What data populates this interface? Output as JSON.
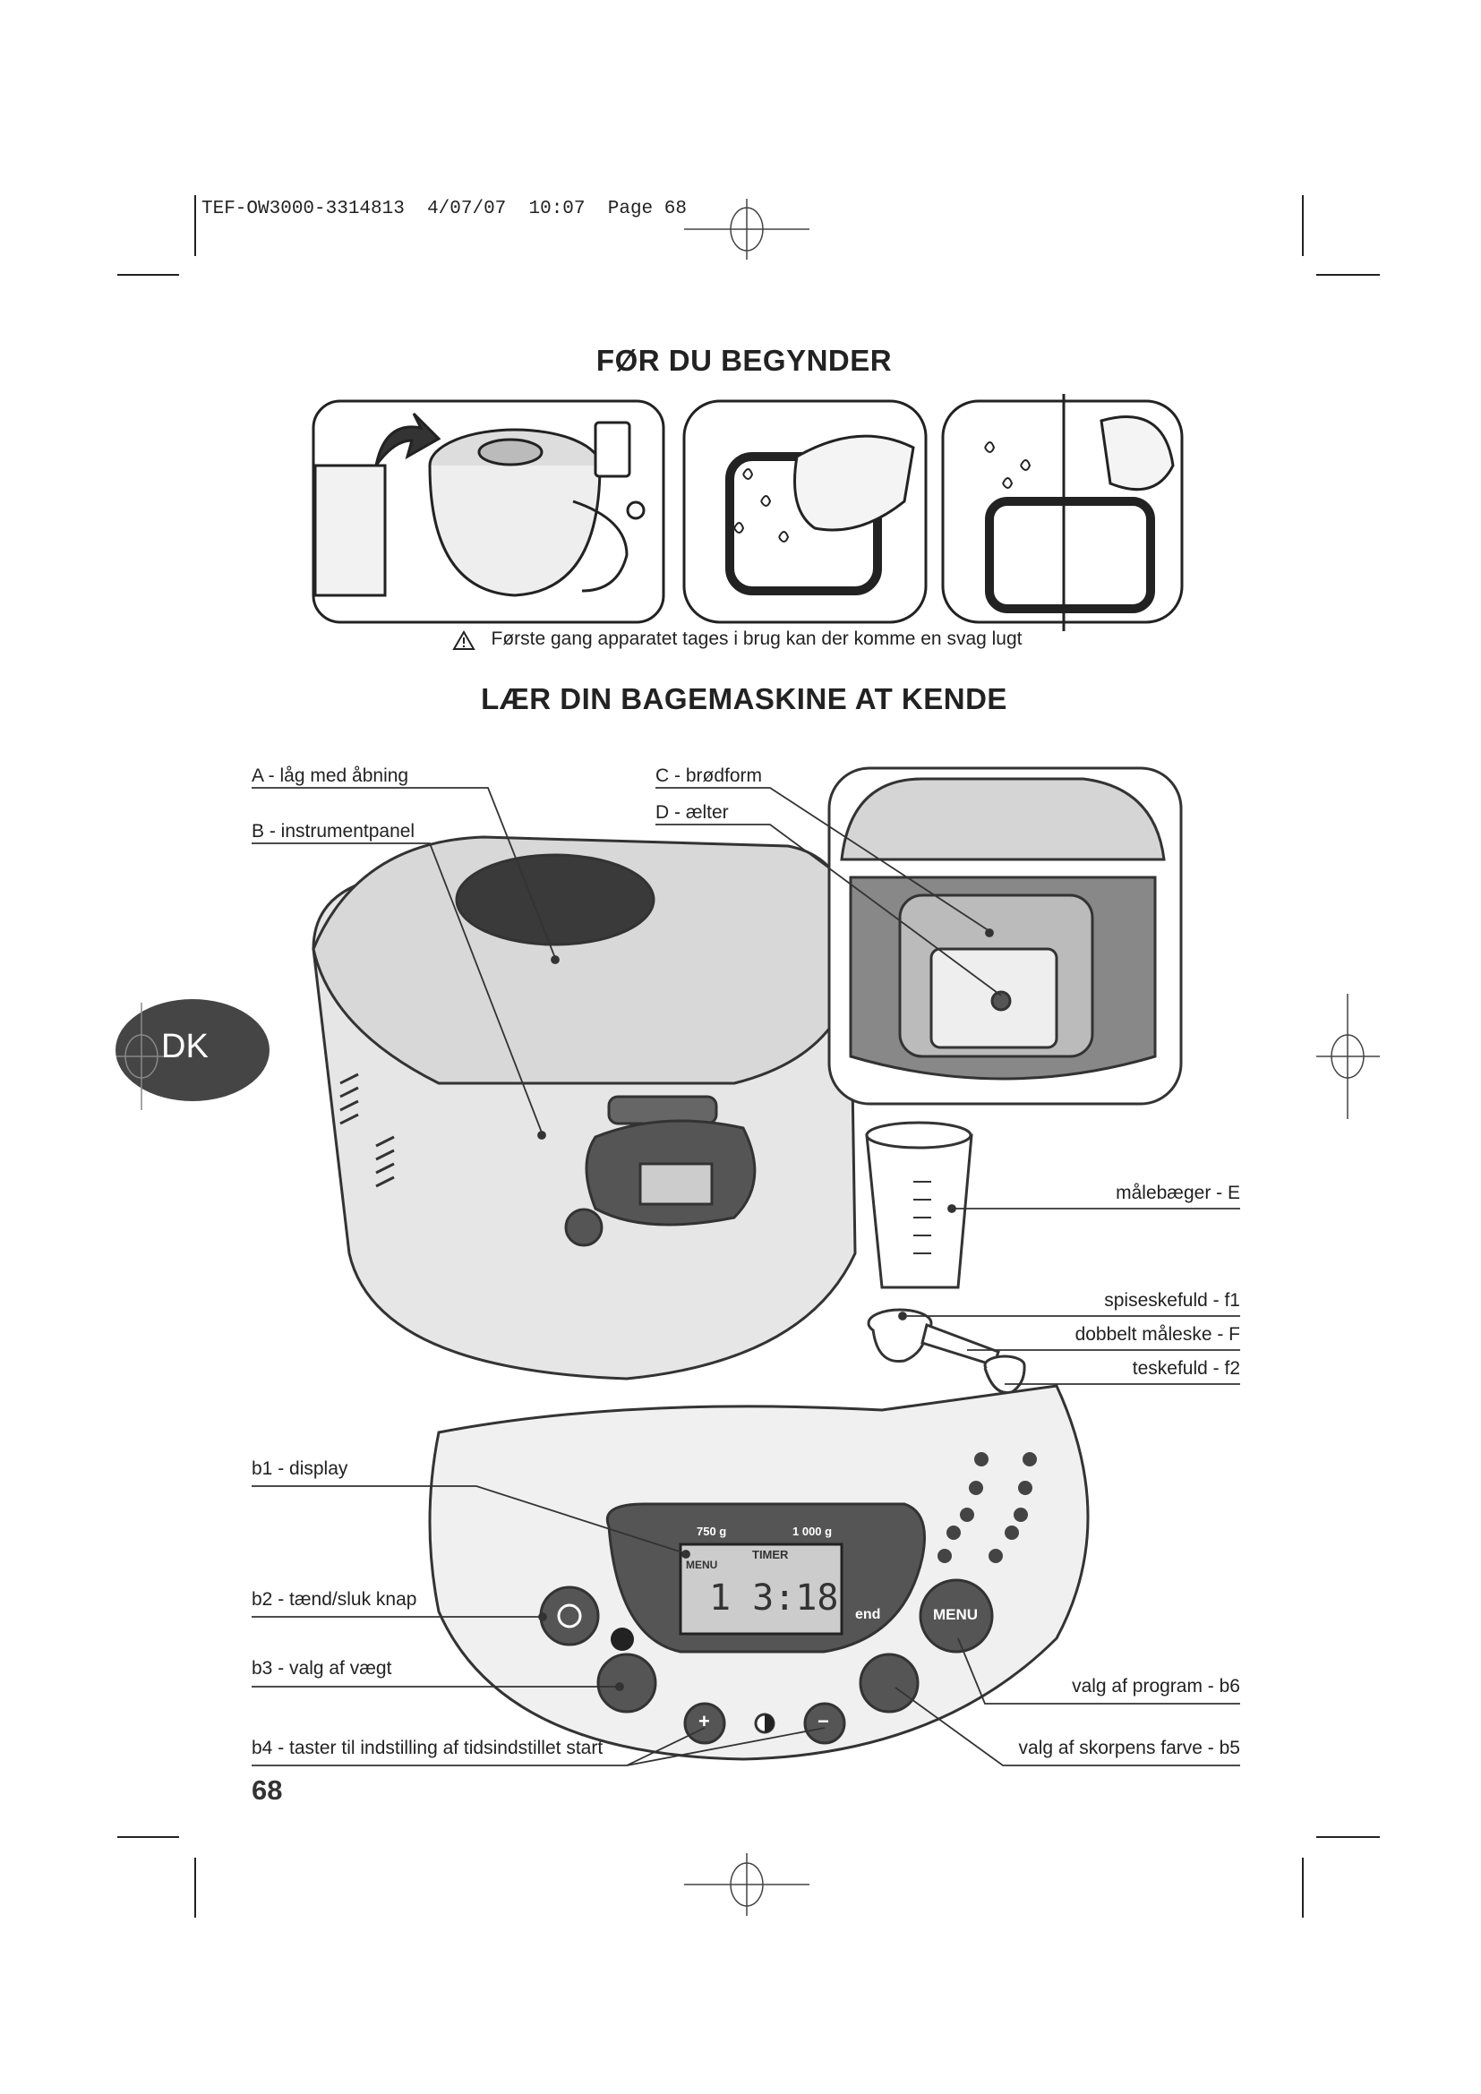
{
  "print_header": {
    "job": "TEF-OW3000-3314813",
    "date": "4/07/07",
    "time": "10:07",
    "page": "Page 68"
  },
  "section1": {
    "title": "FØR DU BEGYNDER",
    "warning_icon": "warning-triangle-icon",
    "warning": "Første gang apparatet tages i brug kan der komme en svag lugt"
  },
  "section2": {
    "title": "LÆR DIN BAGEMASKINE AT KENDE",
    "labels": {
      "A": "A - låg med åbning",
      "B": "B - instrumentpanel",
      "C": "C - brødform",
      "D": "D - ælter",
      "E": "målebæger - E",
      "f1": "spiseskefuld - f1",
      "F": "dobbelt måleske - F",
      "f2": "teskefuld - f2",
      "b1": "b1 - display",
      "b2": "b2 - tænd/sluk knap",
      "b3": "b3 - valg af vægt",
      "b4": "b4 - taster til indstilling af tidsindstillet start",
      "b5": "valg af skorpens farve - b5",
      "b6": "valg af program - b6"
    },
    "panel": {
      "weight_750": "750 g",
      "weight_1000": "1 000 g",
      "timer": "TIMER",
      "menu": "MENU",
      "time": "1 3:18",
      "end": "end",
      "menu_button": "MENU",
      "plus": "+",
      "minus": "−"
    }
  },
  "language_tab": "DK",
  "page_number": "68"
}
